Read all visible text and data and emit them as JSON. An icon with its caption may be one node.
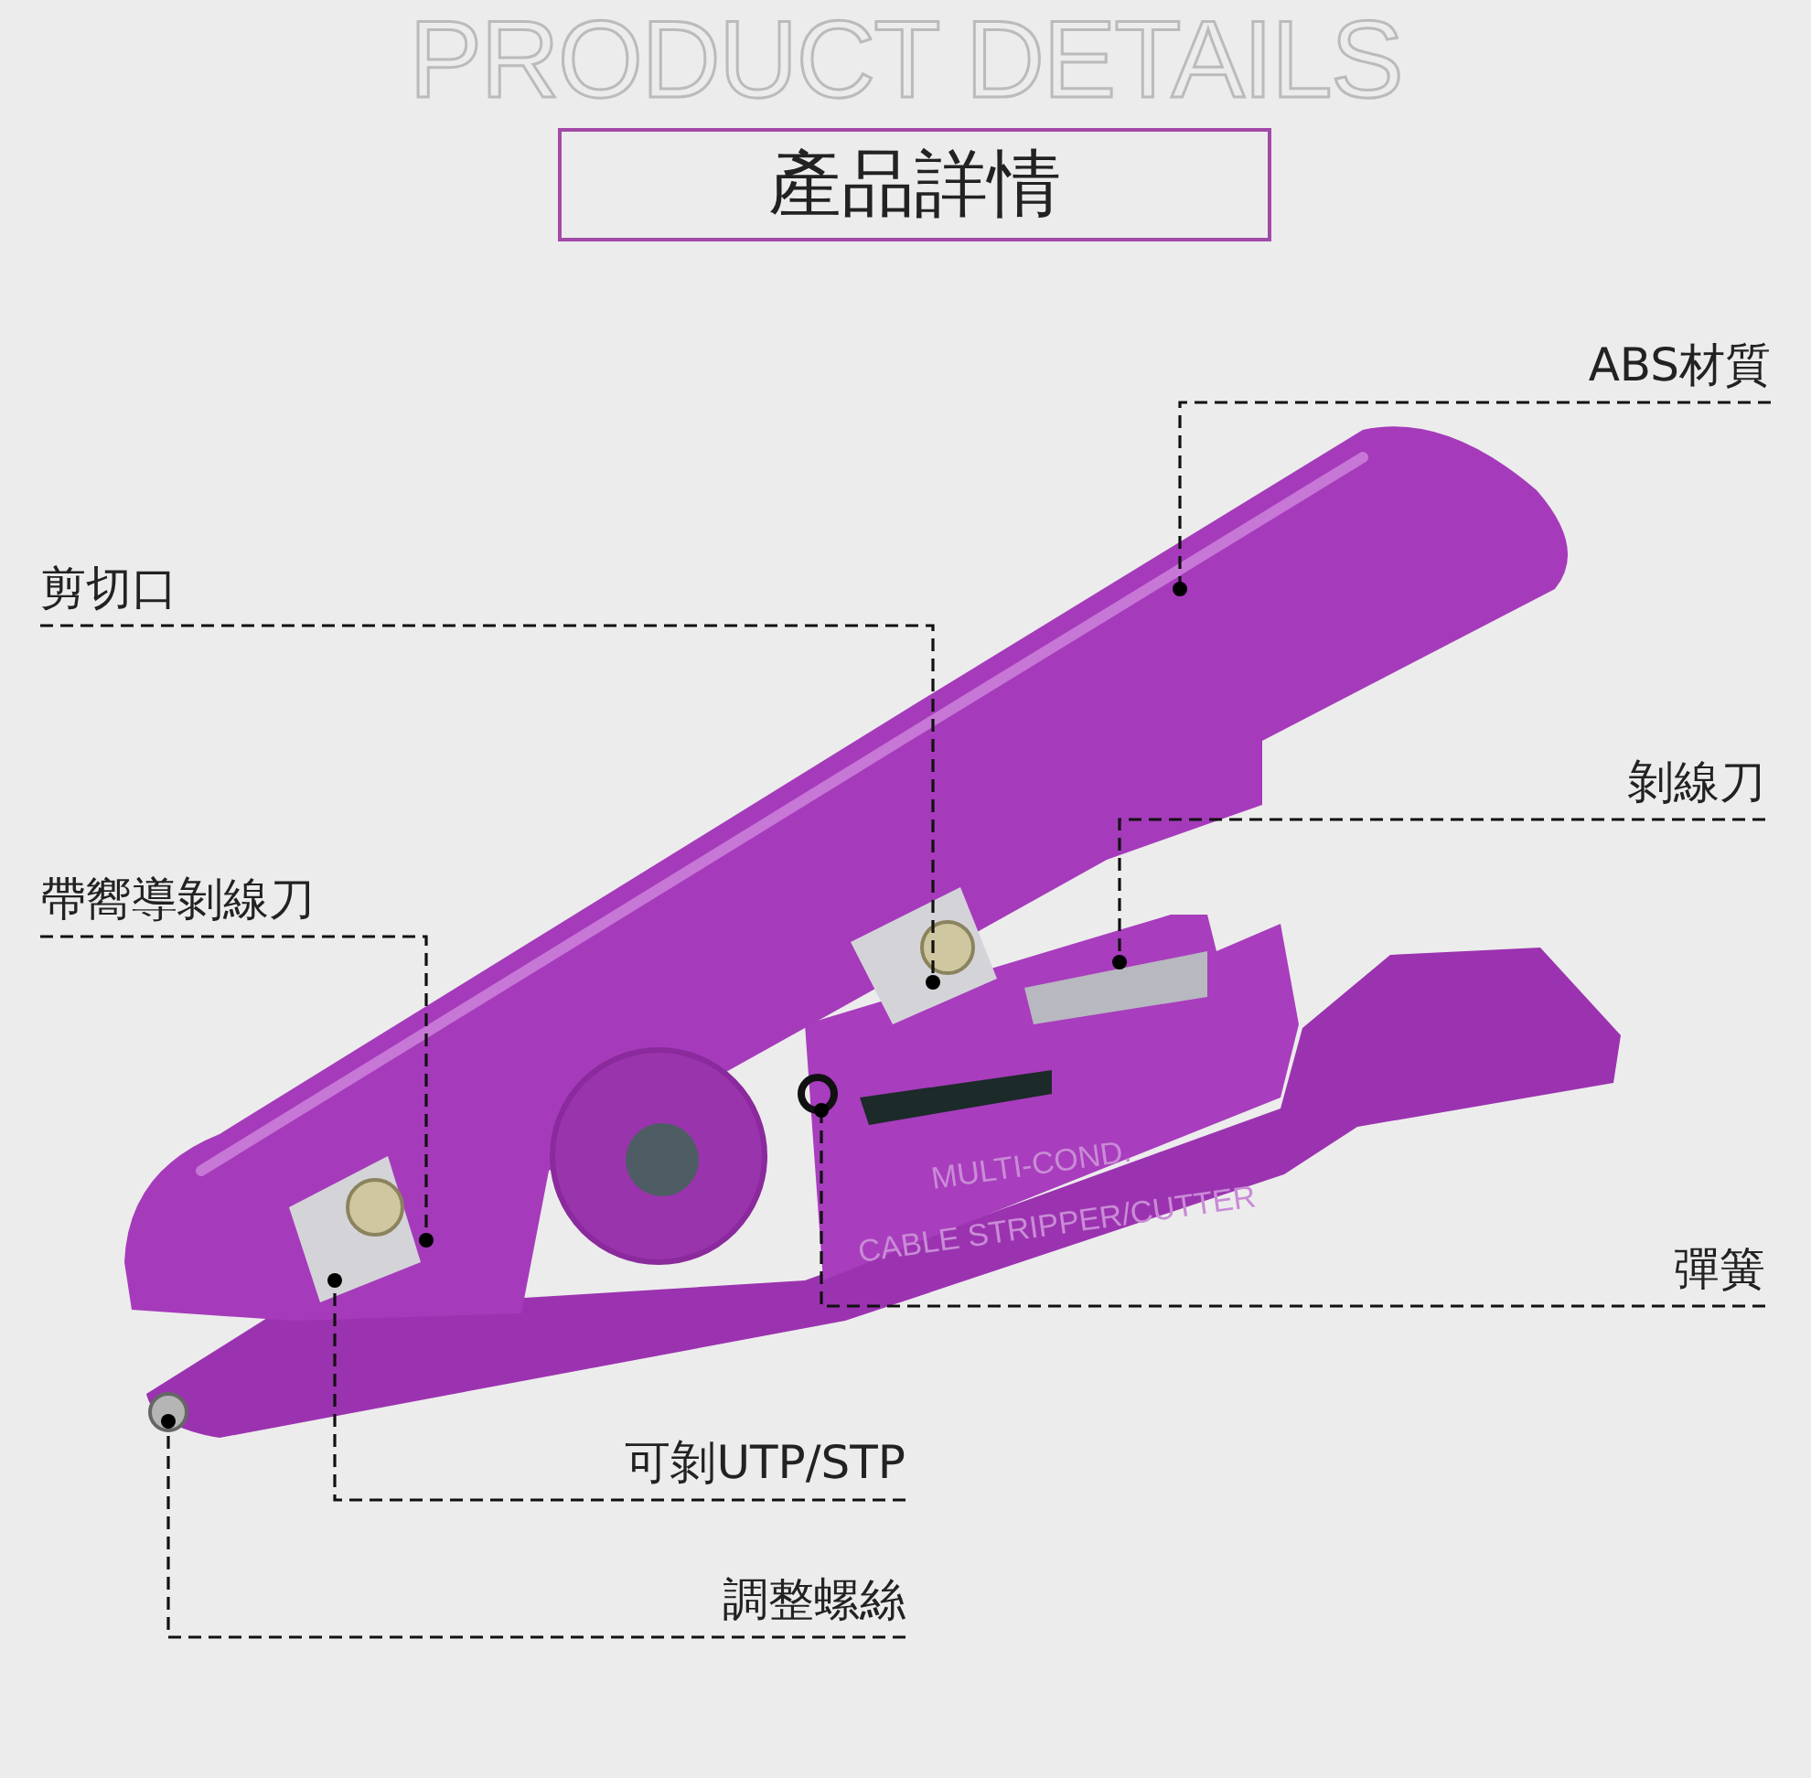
{
  "diagram": {
    "title": "產品詳情",
    "nodes": [
      {
        "text": [
          "ABS材質"
        ]
      },
      {
        "text": [
          "剪切口"
        ]
      },
      {
        "text": [
          "剝線刀"
        ]
      },
      {
        "text": [
          "帶嚮導剝線刀"
        ]
      },
      {
        "text": [
          "彈簧"
        ]
      },
      {
        "text": [
          "可剝UTP/STP"
        ]
      },
      {
        "text": [
          "調整螺絲"
        ]
      },
      {
        "text": [],
        "shape": "picture"
      }
    ],
    "edges": [
      {
        "from": 0,
        "to": 7,
        "arrow": "other",
        "style": "dashed"
      },
      {
        "from": 1,
        "to": 7,
        "arrow": "other",
        "style": "dashed"
      },
      {
        "from": 2,
        "to": 7,
        "arrow": "other",
        "style": "dashed"
      },
      {
        "from": 3,
        "to": 7,
        "arrow": "other",
        "style": "dashed"
      },
      {
        "from": 4,
        "to": 7,
        "arrow": "other",
        "style": "dashed"
      },
      {
        "from": 5,
        "to": 7,
        "arrow": "other",
        "style": "dashed"
      },
      {
        "from": 6,
        "to": 7,
        "arrow": "other",
        "style": "dashed"
      }
    ],
    "labels": [
      "PRODUCT DETAILS",
      "MULTI-COND.",
      "CABLE STRIPPER/CUTTER"
    ]
  }
}
